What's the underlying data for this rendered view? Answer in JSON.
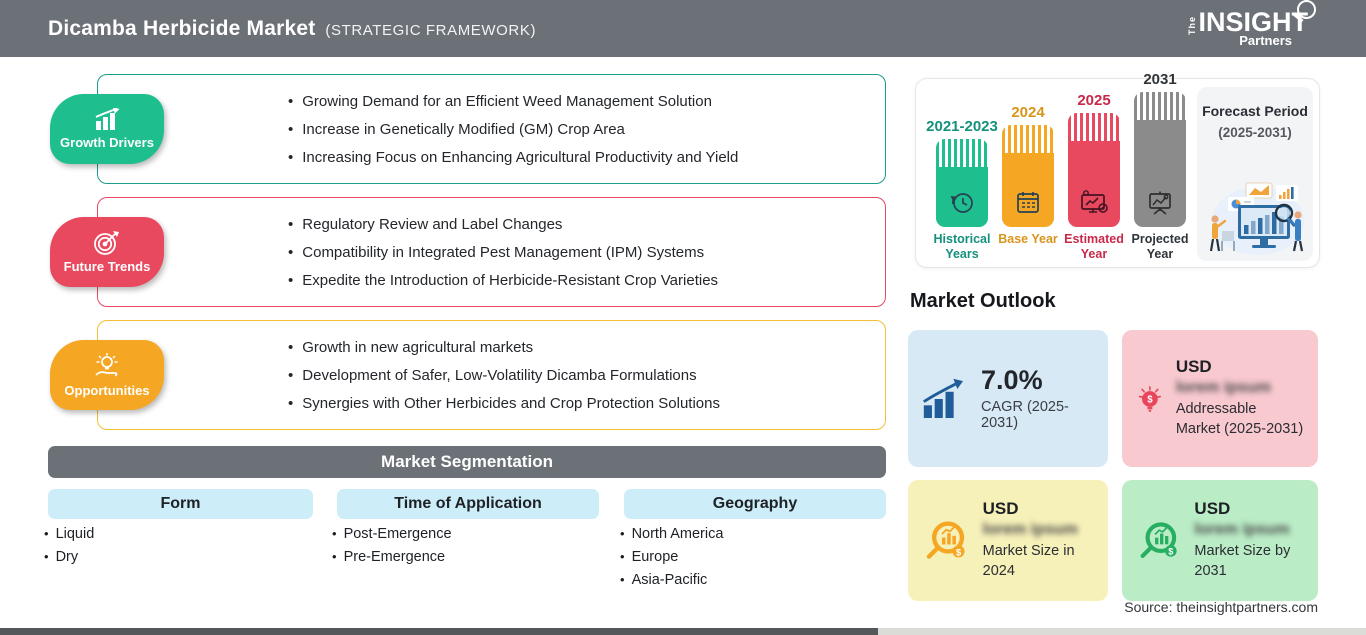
{
  "header": {
    "title": "Dicamba Herbicide Market",
    "subtitle": "(STRATEGIC FRAMEWORK)",
    "logo": {
      "the": "The",
      "insight": "INSIGHT",
      "partners": "Partners"
    }
  },
  "sections": [
    {
      "label": "Growth Drivers",
      "color": "#1fbe8e",
      "border_color": "#1a9e87",
      "icon": "bar-chart-up-icon",
      "bullets": [
        "Growing Demand for an Efficient Weed Management Solution",
        "Increase in Genetically Modified (GM) Crop Area",
        "Increasing Focus on Enhancing Agricultural Productivity and Yield"
      ]
    },
    {
      "label": "Future Trends",
      "color": "#e8495f",
      "border_color": "#e8495f",
      "icon": "target-icon",
      "bullets": [
        "Regulatory Review and Label Changes",
        "Compatibility in Integrated Pest Management (IPM) Systems",
        "Expedite the Introduction of Herbicide-Resistant Crop Varieties"
      ]
    },
    {
      "label": "Opportunities",
      "color": "#f5a623",
      "border_color": "#f2c037",
      "icon": "bulb-hand-icon",
      "bullets": [
        "Growth in new agricultural markets",
        "Development of Safer, Low-Volatility Dicamba Formulations",
        "Synergies with Other Herbicides and Crop Protection Solutions"
      ]
    }
  ],
  "segmentation": {
    "title": "Market Segmentation",
    "columns": [
      {
        "header": "Form",
        "items": [
          "Liquid",
          "Dry"
        ]
      },
      {
        "header": "Time of Application",
        "items": [
          "Post-Emergence",
          "Pre-Emergence"
        ]
      },
      {
        "header": "Geography",
        "items": [
          "North America",
          "Europe",
          "Asia-Pacific"
        ]
      }
    ]
  },
  "timeline": {
    "bars": [
      {
        "year": "2021-2023",
        "caption": "Historical Years",
        "caption_line1": "Historical",
        "caption_line2": "Years",
        "color": "#1fbe8e",
        "icon": "clock-history-icon"
      },
      {
        "year": "2024",
        "caption": "Base Year",
        "caption_line1": "Base",
        "caption_line2": "Year",
        "color": "#f5a623",
        "icon": "calendar-icon"
      },
      {
        "year": "2025",
        "caption": "Estimated Year",
        "caption_line1": "Estimated",
        "caption_line2": "Year",
        "color": "#e8495f",
        "icon": "monitor-gear-icon"
      },
      {
        "year": "2031",
        "caption": "Projected Year",
        "caption_line1": "Projected",
        "caption_line2": "Year",
        "color": "#8b8b8b",
        "icon": "presentation-icon"
      }
    ],
    "forecast": {
      "line1": "Forecast Period",
      "line2": "(2025-2031)"
    }
  },
  "outlook": {
    "title": "Market Outlook",
    "cards": [
      {
        "value": "7.0%",
        "label": "CAGR (2025-2031)",
        "bg": "#d8e9f6",
        "icon": "growth-chart-icon",
        "icon_color": "#1f5c99"
      },
      {
        "currency": "USD",
        "blurred_value": "lorem ipsum",
        "label": "Addressable Market (2025-2031)",
        "bg": "#f8c9ce",
        "icon": "bulb-dollar-icon",
        "icon_color": "#e8455a"
      },
      {
        "currency": "USD",
        "blurred_value": "lorem ipsum",
        "label": "Market Size in 2024",
        "bg": "#f6f0b9",
        "icon": "magnifier-chart-icon",
        "icon_color": "#f5a623"
      },
      {
        "currency": "USD",
        "blurred_value": "lorem ipsum",
        "label": "Market Size by 2031",
        "bg": "#baecc6",
        "icon": "magnifier-chart-icon",
        "icon_color": "#27ae60"
      }
    ]
  },
  "source": "Source: theinsightpartners.com",
  "colors": {
    "header_bg": "#6b7177",
    "segmentation_bar_bg": "#6b7177",
    "segmentation_pill_bg": "#cdedf8",
    "teal": "#1fbe8e",
    "red": "#e8495f",
    "orange": "#f5a623",
    "gray_bar": "#8b8b8b"
  }
}
